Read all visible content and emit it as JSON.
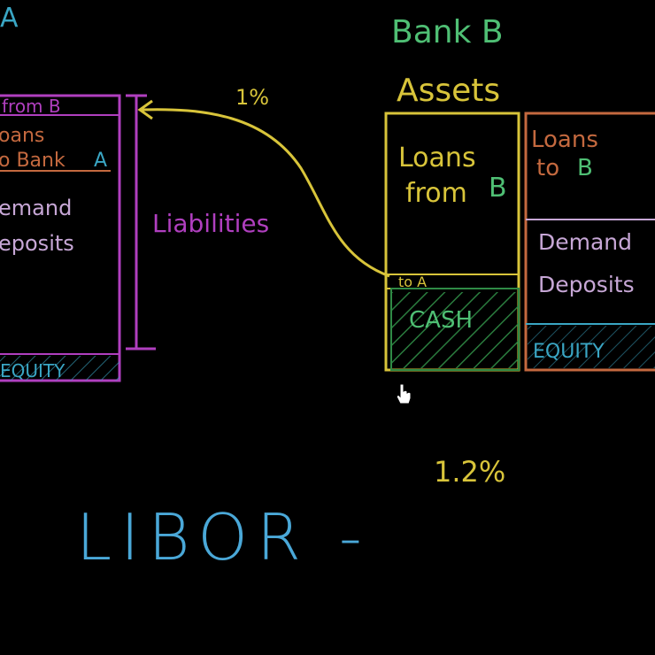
{
  "colors": {
    "background": "#000000",
    "bank_a": "#b03fbf",
    "bank_b_title": "#4fbf74",
    "assets": "#d8c43a",
    "loans_to_b": "#c4693f",
    "demand_deposits": "#c7a7d6",
    "equity": "#3aa6c4",
    "cash": "#2f8a45",
    "libor": "#4aa8d8",
    "rate": "#d8c43a"
  },
  "bank_a": {
    "title_fragment": "A",
    "top_row": "from B",
    "loans_line1": "oans",
    "loans_line2": "o Bank",
    "loans_suffix": "A",
    "demand_line1": "emand",
    "demand_line2": "eposits",
    "equity": "EQUITY",
    "liabilities_label": "Liabilities",
    "arrow_rate": "1%"
  },
  "bank_b": {
    "title": "Bank B",
    "assets_label": "Assets",
    "loans_from_line1": "Loans",
    "loans_from_line2": "from",
    "loans_from_letter": "B",
    "to_a": "to A",
    "cash": "CASH",
    "loans_to_line1": "Loans",
    "loans_to_line2": "to",
    "loans_to_letter": "B",
    "demand_line1": "Demand",
    "demand_line2": "Deposits",
    "equity": "EQUITY"
  },
  "rate_label": "1.2%",
  "libor_label": "LIBOR -",
  "icons": {
    "cursor": "hand-pointer-icon"
  }
}
